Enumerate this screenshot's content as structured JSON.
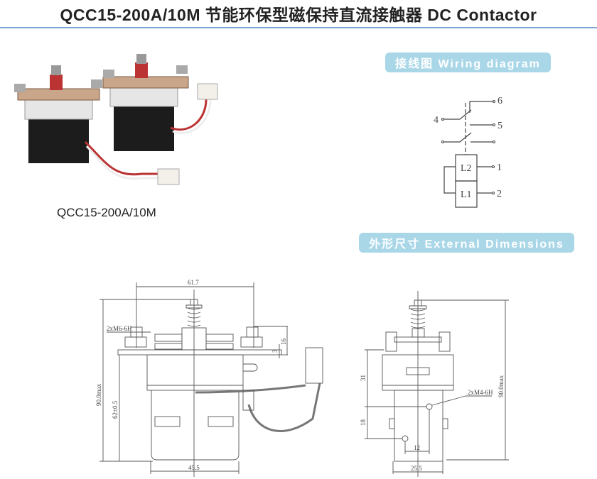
{
  "header": {
    "title": "QCC15-200A/10M 节能环保型磁保持直流接触器 DC Contactor"
  },
  "product": {
    "caption": "QCC15-200A/10M"
  },
  "sections": {
    "wiring": "接线图 Wiring diagram",
    "dimensions": "外形尺寸 External Dimensions"
  },
  "wiring_diagram": {
    "terminals": [
      "4",
      "6",
      "5",
      "1",
      "2"
    ],
    "coils": [
      "L2",
      "L1"
    ]
  },
  "front_view": {
    "width_terminals": "61.7",
    "thread": "2xM6-6H",
    "height_max": "90.0max",
    "height_body": "62±0.5",
    "terminal_height": "16",
    "plate_thickness": "3",
    "base_width": "45.5"
  },
  "side_view": {
    "height_max": "90.0max",
    "dim_31": "31",
    "dim_18": "18",
    "hole_spacing": "12",
    "thread": "2xM4-6H",
    "base_width": "25.5"
  },
  "colors": {
    "badge": "#a9d7e8",
    "rule": "#7fa6d4"
  }
}
